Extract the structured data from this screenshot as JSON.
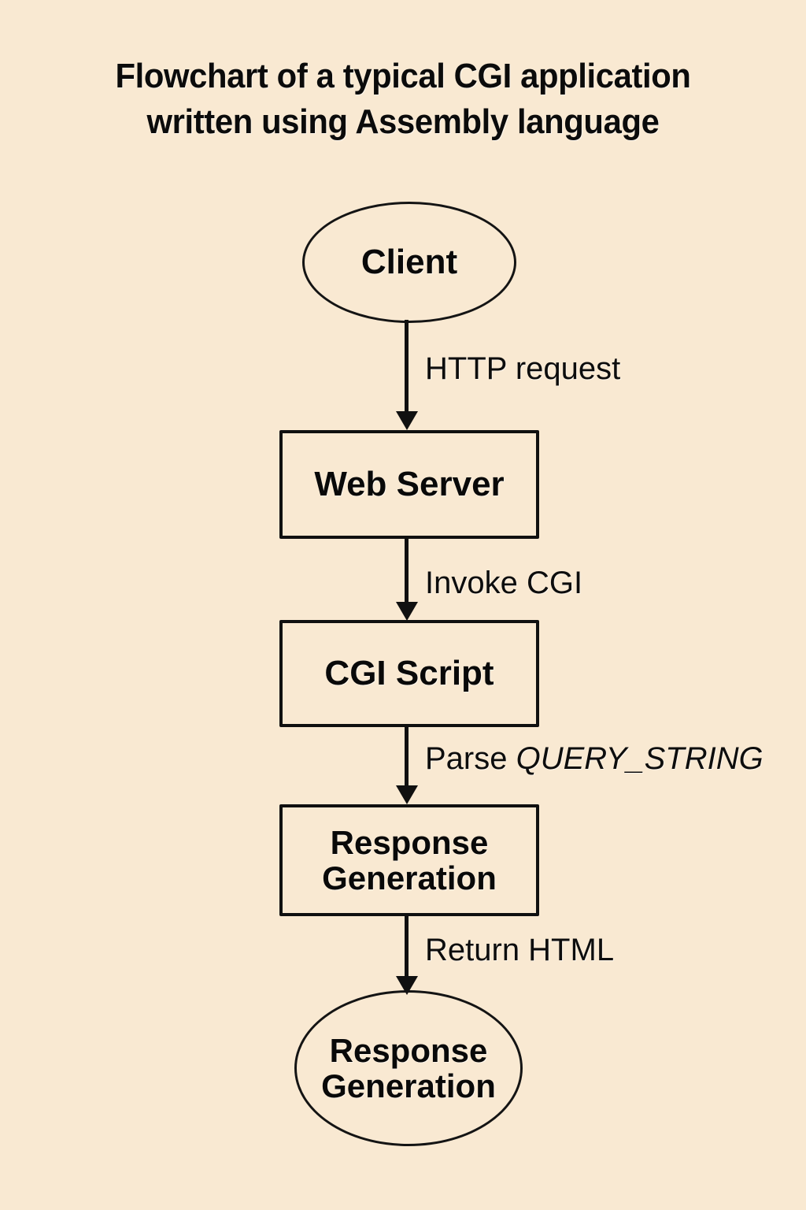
{
  "diagram": {
    "title_lines": [
      "Flowchart of a typical CGI application",
      "written using Assembly language"
    ],
    "background_color": "#f9e9d2",
    "stroke_color": "#101010",
    "text_color": "#0b0b0b",
    "type": "flowchart",
    "orientation": "top-to-bottom",
    "nodes": [
      {
        "id": "client",
        "label": "Client",
        "shape": "ellipse"
      },
      {
        "id": "web_server",
        "label": "Web Server",
        "shape": "rectangle"
      },
      {
        "id": "cgi_script",
        "label": "CGI Script",
        "shape": "rectangle"
      },
      {
        "id": "response_generation",
        "label": "Response\nGeneration",
        "shape": "rectangle"
      },
      {
        "id": "response_output",
        "label": "Response\nGeneration",
        "shape": "ellipse"
      }
    ],
    "edges": [
      {
        "from": "client",
        "to": "web_server",
        "label": "HTTP request",
        "label_plain": "HTTP request"
      },
      {
        "from": "web_server",
        "to": "cgi_script",
        "label": "Invoke CGI",
        "label_plain": "Invoke CGI"
      },
      {
        "from": "cgi_script",
        "to": "response_generation",
        "label_prefix": "Parse ",
        "label_italic": "QUERY_STRING",
        "label_plain": "Parse QUERY_STRING"
      },
      {
        "from": "response_generation",
        "to": "response_output",
        "label": "Return HTML",
        "label_plain": "Return HTML"
      }
    ]
  }
}
